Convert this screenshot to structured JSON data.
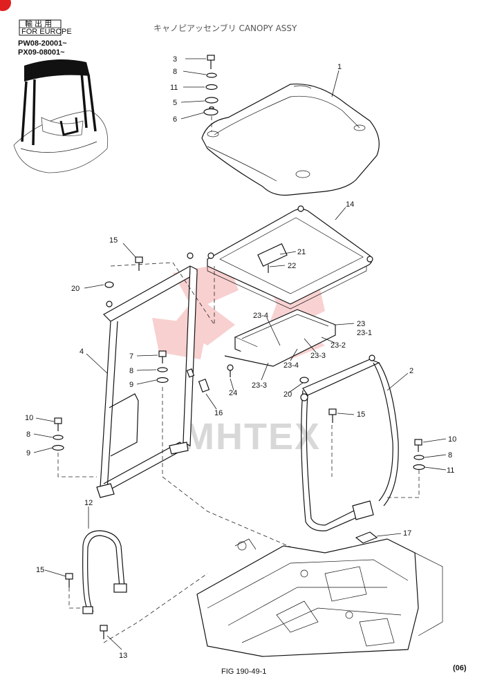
{
  "header": {
    "destination_label": "輸 出 用",
    "destination_sub": "FOR EUROPE",
    "serial_1": "PW08-20001~",
    "serial_2": "PX09-08001~",
    "title": "キャノピアッセンブリ CANOPY ASSY"
  },
  "watermark": "MHTEX",
  "footer": {
    "figure": "FIG 190-49-1",
    "revision": "(06)"
  },
  "callouts": [
    "1",
    "2",
    "3",
    "4",
    "5",
    "6",
    "7",
    "8",
    "8",
    "8",
    "8",
    "9",
    "9",
    "10",
    "10",
    "11",
    "11",
    "12",
    "13",
    "14",
    "15",
    "15",
    "15",
    "16",
    "17",
    "20",
    "20",
    "21",
    "22",
    "23",
    "23-1",
    "23-2",
    "23-3",
    "23-3",
    "23-4",
    "23-4",
    "24"
  ],
  "colors": {
    "line": "#111111",
    "watermark_red": "#e03030",
    "watermark_gray": "#d8d8d8"
  }
}
